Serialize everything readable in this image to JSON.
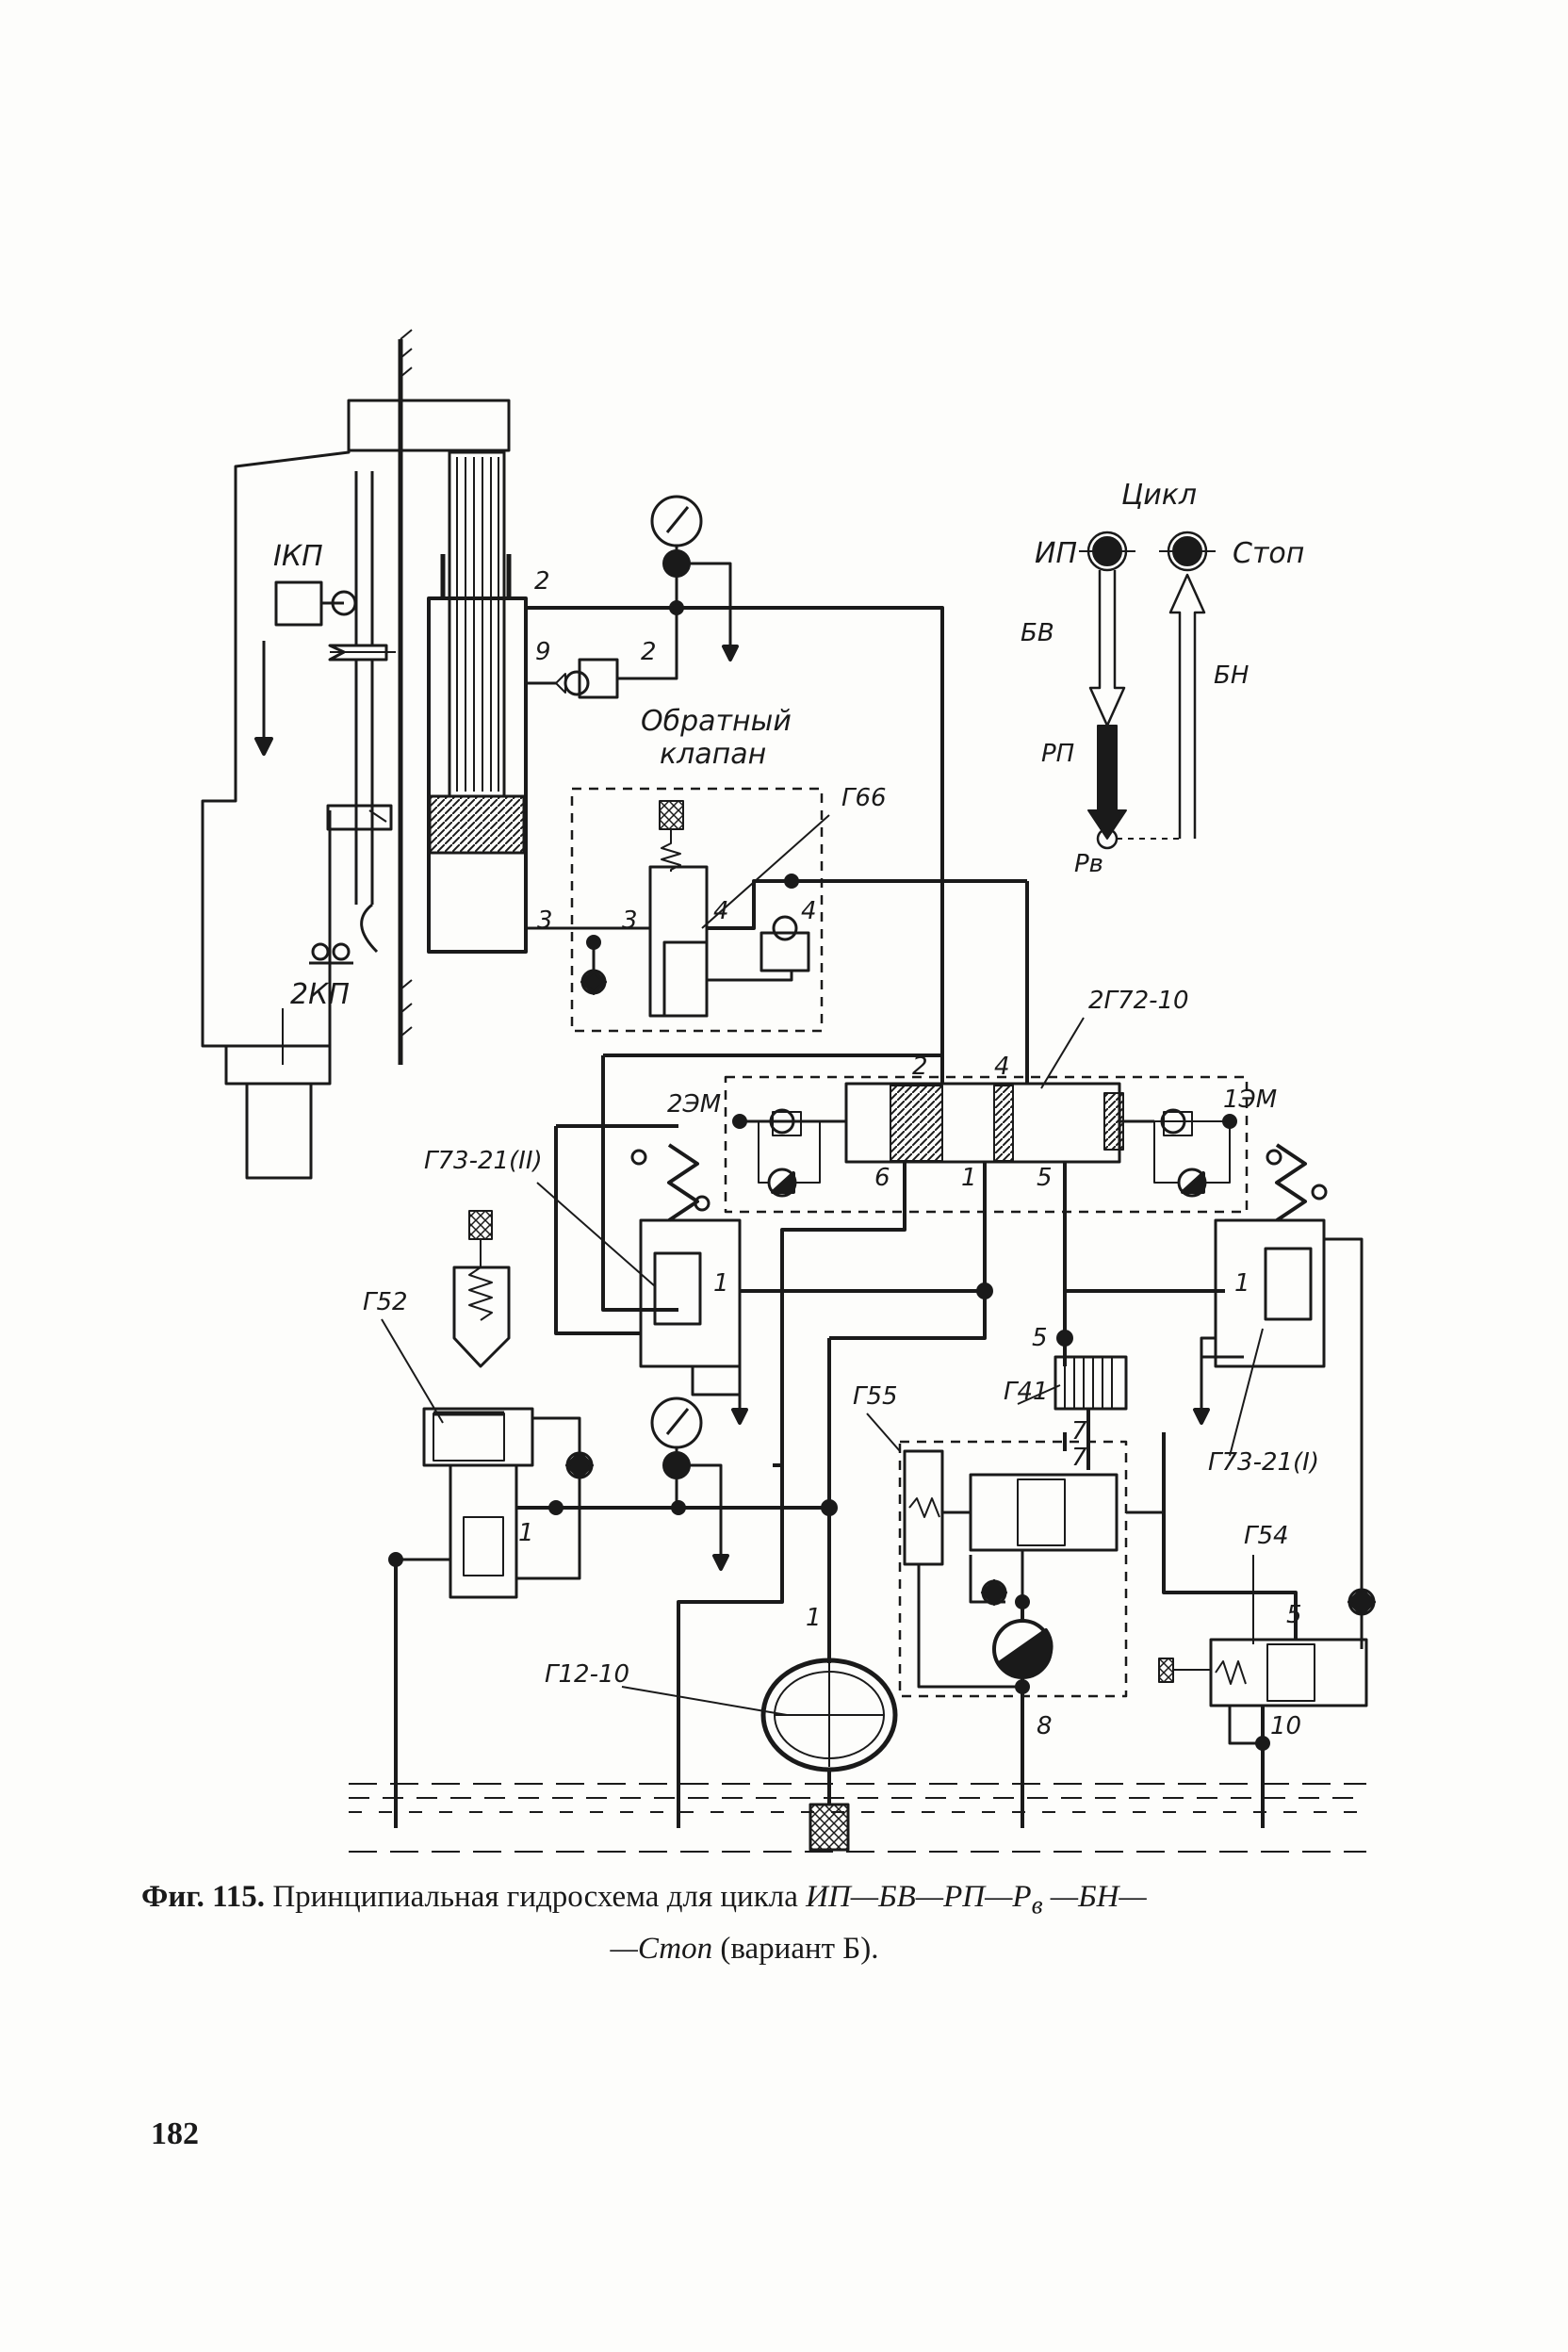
{
  "figure": {
    "labels": {
      "kp1": "IКП",
      "kp2": "2КП",
      "port2_top": "2",
      "port9": "9",
      "port2_check": "2",
      "check_valve_1": "Обратный",
      "check_valve_2": "клапан",
      "g66": "Г66",
      "port3_left": "3",
      "port3_right": "3",
      "port4_a": "4",
      "port4_b": "4",
      "g72": "2Г72-10",
      "em2": "2ЭМ",
      "em1": "1ЭМ",
      "dist_2": "2",
      "dist_4": "4",
      "dist_6": "6",
      "dist_1": "1",
      "dist_5": "5",
      "g73_ii": "Г73-21(II)",
      "g73_ii_port": "1",
      "g73_i": "Г73-21(I)",
      "g73_i_port": "1",
      "g52": "Г52",
      "g52_port": "1",
      "g55": "Г55",
      "g41": "Г41",
      "frac_num": "7",
      "frac_den": "7",
      "node5": "5",
      "g54": "Г54",
      "g54_port5": "5",
      "g54_port10": "10",
      "g12": "Г12-10",
      "pump_port1": "1",
      "port8": "8"
    },
    "cycle": {
      "title": "Цикл",
      "ip": "ИП",
      "stop": "Стоп",
      "bv": "БВ",
      "bn": "БН",
      "rp": "РП",
      "pv": "Рв"
    }
  },
  "caption": {
    "fig_label": "Фиг. 115.",
    "text_plain": " Принципиальная гидросхема для цикла ",
    "cycle_italic_1": "ИП—БВ—РП—Р",
    "sub": "в",
    "cycle_italic_2": " —БН—",
    "line2_italic": "—Стоп",
    "line2_plain": " (вариант Б)."
  },
  "page_number": "182"
}
